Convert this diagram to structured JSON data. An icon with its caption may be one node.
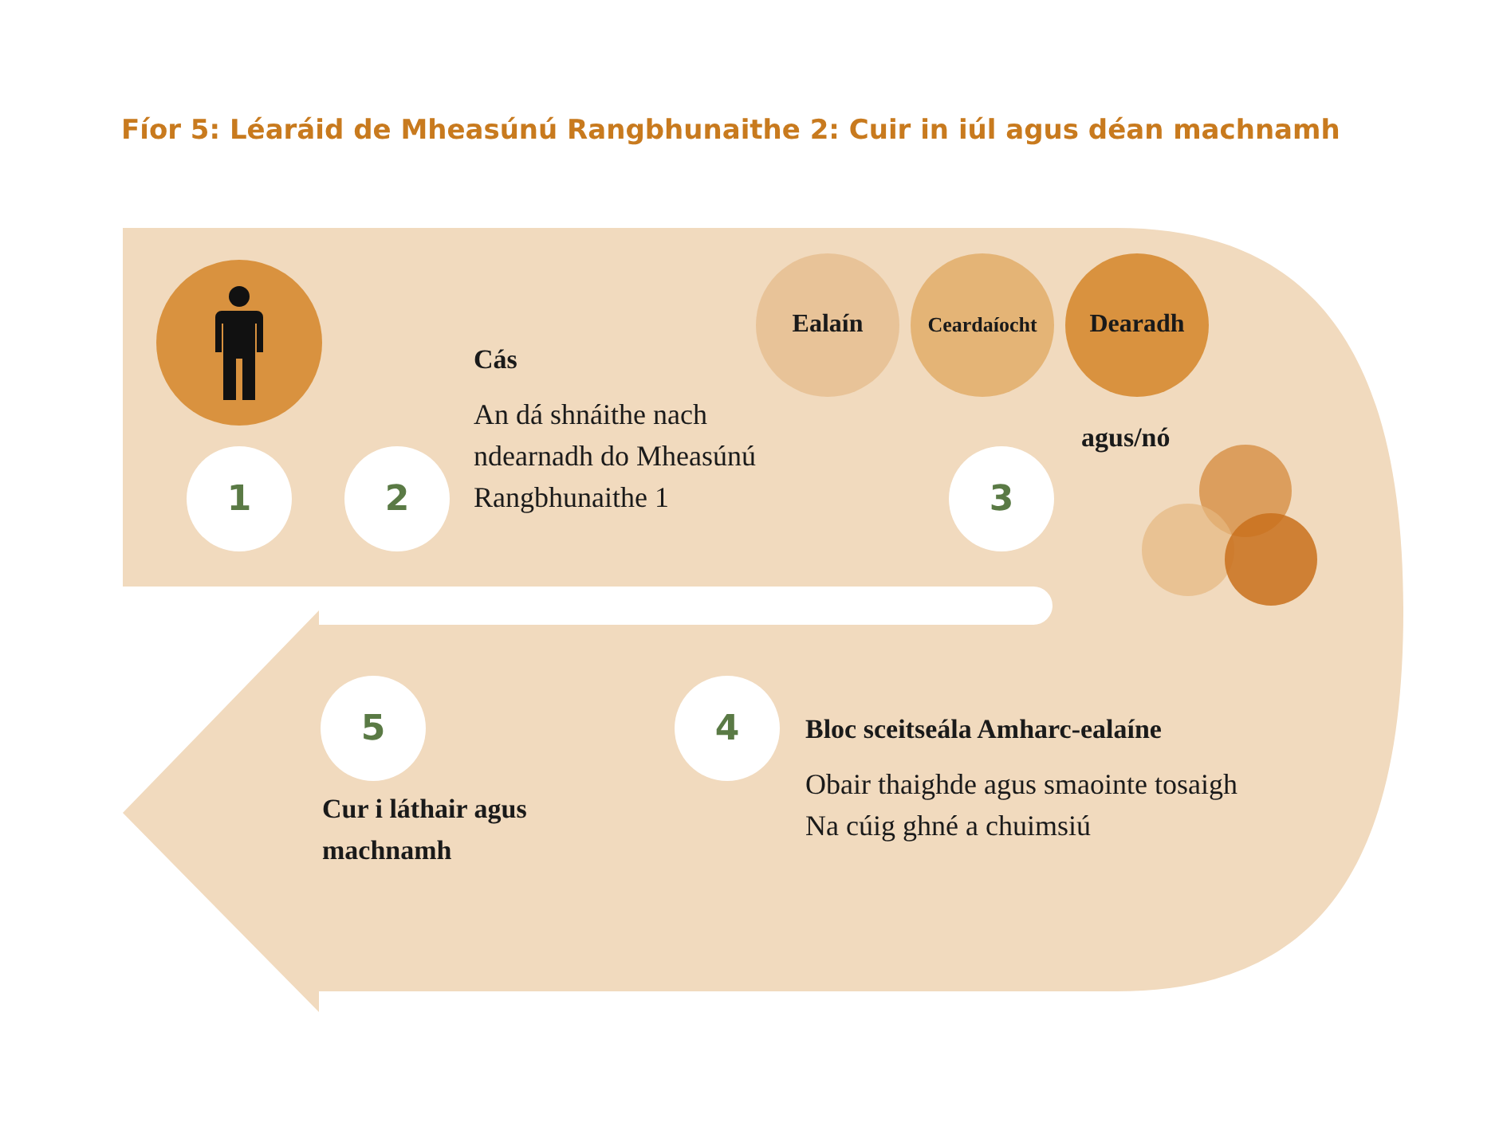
{
  "diagram": {
    "title": "Fíor 5: Léaráid de Mheasúnú Rangbhunaithe 2: Cuir in iúl agus déan machnamh",
    "nodes": [
      {
        "text": [],
        "shape": "person"
      },
      {
        "text": [
          "Ealaín"
        ]
      },
      {
        "text": [
          "Ceardaíocht"
        ]
      },
      {
        "text": [
          "Dearadh"
        ]
      },
      {
        "text": [
          "1"
        ]
      },
      {
        "text": [
          "2"
        ],
        "beside": [
          "Cás",
          "An dá shnáithe nach ndearnadh do Mheasúnú Rangbhunaithe 1"
        ]
      },
      {
        "text": [
          "3"
        ]
      },
      {
        "text": [],
        "shape": "circle"
      },
      {
        "text": [],
        "shape": "circle"
      },
      {
        "text": [],
        "shape": "circle"
      },
      {
        "text": [
          "5"
        ],
        "beside": [
          "Cur i láthair agus machnamh"
        ]
      },
      {
        "text": [
          "4"
        ],
        "beside": [
          "Bloc sceitseála Amharc-ealaíne",
          "Obair thaighde agus smaointe tosaigh",
          "Na cúig ghné a chuimsiú"
        ]
      }
    ],
    "labels": [
      "agus/nó"
    ]
  }
}
